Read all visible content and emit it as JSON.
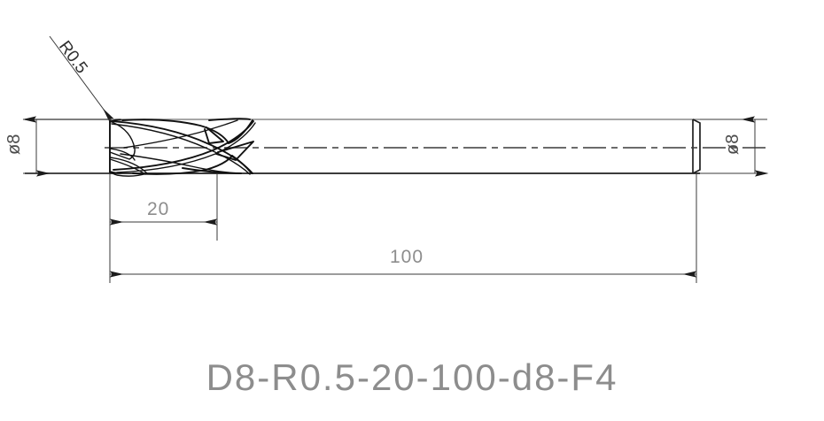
{
  "drawing": {
    "type": "mechanical-part-drawing",
    "part": "4-flute corner-radius end mill",
    "title": "D8-R0.5-20-100-d8-F4",
    "background_color": "#ffffff",
    "line_color": "#8a8a8a",
    "dark_line_color": "#111111",
    "text_color": "#8d8d8d",
    "dimension_text_color": "#4a4a4a"
  },
  "dimensions": {
    "corner_radius": {
      "label": "R0.5",
      "kind": "leader-callout",
      "value": 0.5,
      "unit": "mm",
      "points_to": "cutting-edge-corner"
    },
    "cutter_diameter_left": {
      "label": "ø8",
      "kind": "vertical-diameter",
      "value": 8,
      "unit": "mm",
      "orientation": "rotated-90"
    },
    "shank_diameter_right": {
      "label": "ø8",
      "kind": "vertical-diameter",
      "value": 8,
      "unit": "mm",
      "orientation": "rotated-90"
    },
    "flute_length": {
      "label": "20",
      "kind": "horizontal-linear",
      "value": 20,
      "unit": "mm"
    },
    "overall_length": {
      "label": "100",
      "kind": "horizontal-linear",
      "value": 100,
      "unit": "mm"
    }
  },
  "title_block": {
    "designation": "D8-R0.5-20-100-d8-F4"
  }
}
